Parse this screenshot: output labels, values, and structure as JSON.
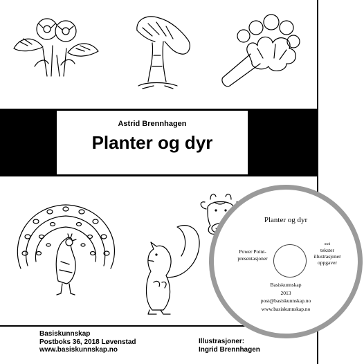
{
  "cover": {
    "author": "Astrid Brennhagen",
    "title": "Planter og dyr",
    "publisher": {
      "name": "Basiskunnskap",
      "address": "Postboks 36, 2018  Løvenstad",
      "website": "www.basiskunnskap.no"
    },
    "illustrations": {
      "label": "Illustrasjoner:",
      "name": "Ingrid Brennhagen"
    }
  },
  "disc": {
    "title": "Planter og dyr",
    "left_line1": "Power Point-",
    "left_line2": "presentasjoner",
    "right_prefix": "med",
    "right_line1": "tekster",
    "right_line2": "illustrasjoner",
    "right_line3": "oppgaver",
    "publisher": "Basiskunnskap",
    "year": "2013",
    "email": "post@basiskunnskap.no",
    "website": "www.basiskunnskap.no"
  },
  "colors": {
    "band": "#000000",
    "disc_rim": "#9a9a9a"
  },
  "icons": [
    "strawberry-plant-icon",
    "chanterelle-mushroom-icon",
    "broccoli-icon",
    "peacock-icon",
    "squirrel-icon",
    "cow-head-icon"
  ]
}
